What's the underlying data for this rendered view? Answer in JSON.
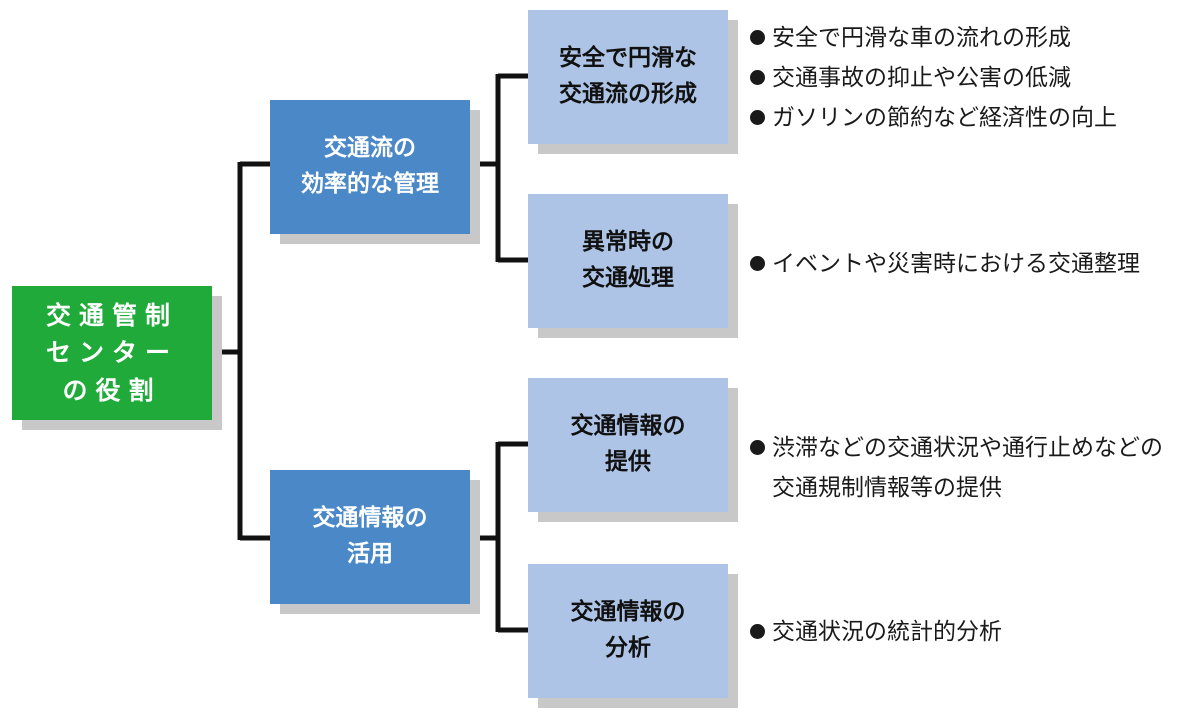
{
  "colors": {
    "root_fill": "#1faa3a",
    "mid_fill": "#4a88c8",
    "leaf_fill": "#aec4e6",
    "connector": "#111111",
    "shadow": "#c8c8c8"
  },
  "root": {
    "lines": [
      "交通管制",
      "センター",
      "の役割"
    ]
  },
  "branches": [
    {
      "lines": [
        "交通流の",
        "効率的な管理"
      ],
      "children": [
        {
          "lines": [
            "安全で円滑な",
            "交通流の形成"
          ],
          "bullets": [
            "安全で円滑な車の流れの形成",
            "交通事故の抑止や公害の低減",
            "ガソリンの節約など経済性の向上"
          ]
        },
        {
          "lines": [
            "異常時の",
            "交通処理"
          ],
          "bullets": [
            "イベントや災害時における交通整理"
          ]
        }
      ]
    },
    {
      "lines": [
        "交通情報の",
        "活用"
      ],
      "children": [
        {
          "lines": [
            "交通情報の",
            "提供"
          ],
          "bullets": [
            "渋滞などの交通状況や通行止めなどの交通規制情報等の提供"
          ]
        },
        {
          "lines": [
            "交通情報の",
            "分析"
          ],
          "bullets": [
            "交通状況の統計的分析"
          ]
        }
      ]
    }
  ]
}
